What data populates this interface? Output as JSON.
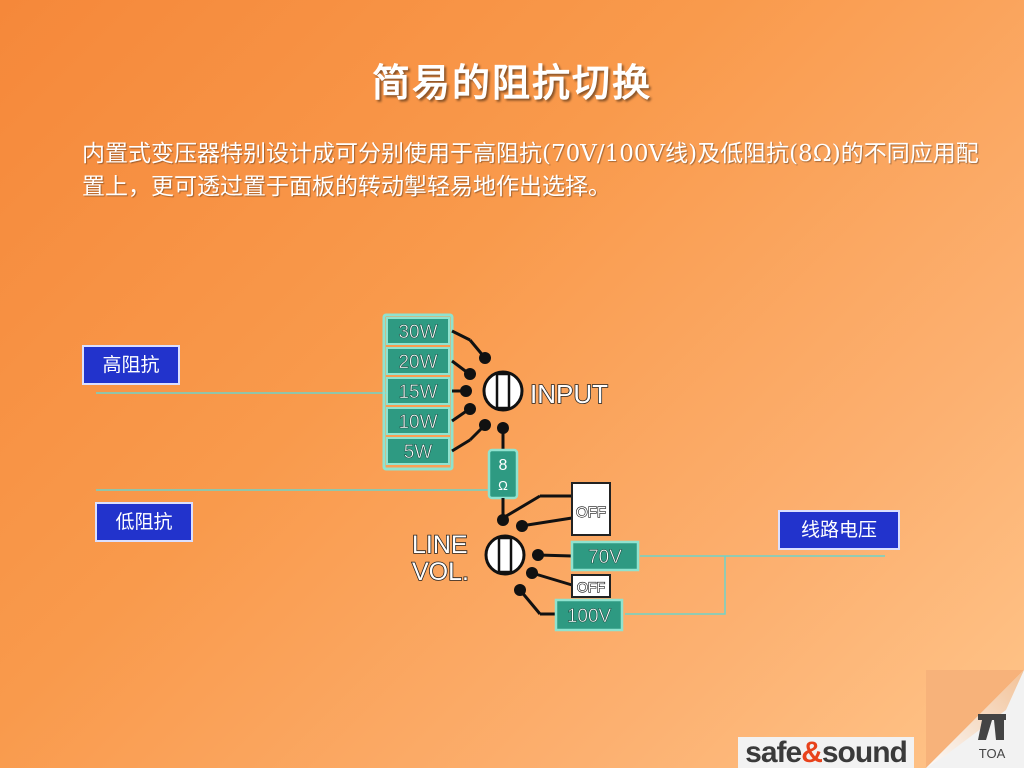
{
  "title": "简易的阻抗切换",
  "description": "内置式变压器特别设计成可分别使用于高阻抗(70V/100V线)及低阻抗(8Ω)的不同应用配置上，更可透过置于面板的转动掣轻易地作出选择。",
  "labels": {
    "high_impedance": "高阻抗",
    "low_impedance": "低阻抗",
    "line_voltage": "线路电压"
  },
  "panel": {
    "input_label": "INPUT",
    "line_vol_label_1": "LINE",
    "line_vol_label_2": "VOL.",
    "wattage_taps": [
      "30W",
      "20W",
      "15W",
      "10W",
      "5W"
    ],
    "low_impedance_tap_1": "8",
    "low_impedance_tap_2": "Ω",
    "line_settings": [
      "OFF",
      "70V",
      "OFF",
      "100V"
    ]
  },
  "brand": {
    "part1": "safe",
    "amp": "&",
    "part2": "sound",
    "logo_text": "TOA"
  },
  "colors": {
    "tap_fill": "#2e9a82",
    "tap_border": "#8fe3cf",
    "label_box": "#2233cc",
    "connector_line": "#6fd3c8"
  }
}
